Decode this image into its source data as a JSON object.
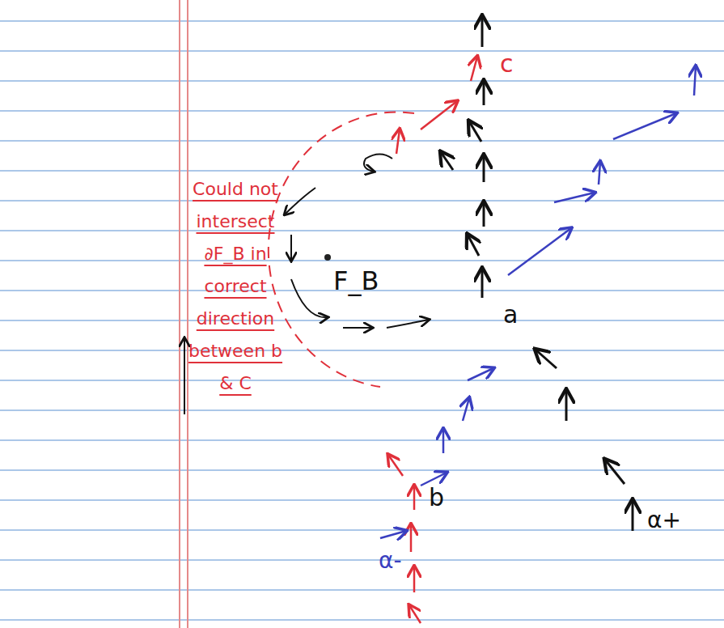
{
  "diagram": {
    "labels": [
      "Could not intersect ∂F_B in correct direction between b & C",
      "F_B",
      "a",
      "b",
      "c",
      "α-",
      "α+"
    ]
  }
}
